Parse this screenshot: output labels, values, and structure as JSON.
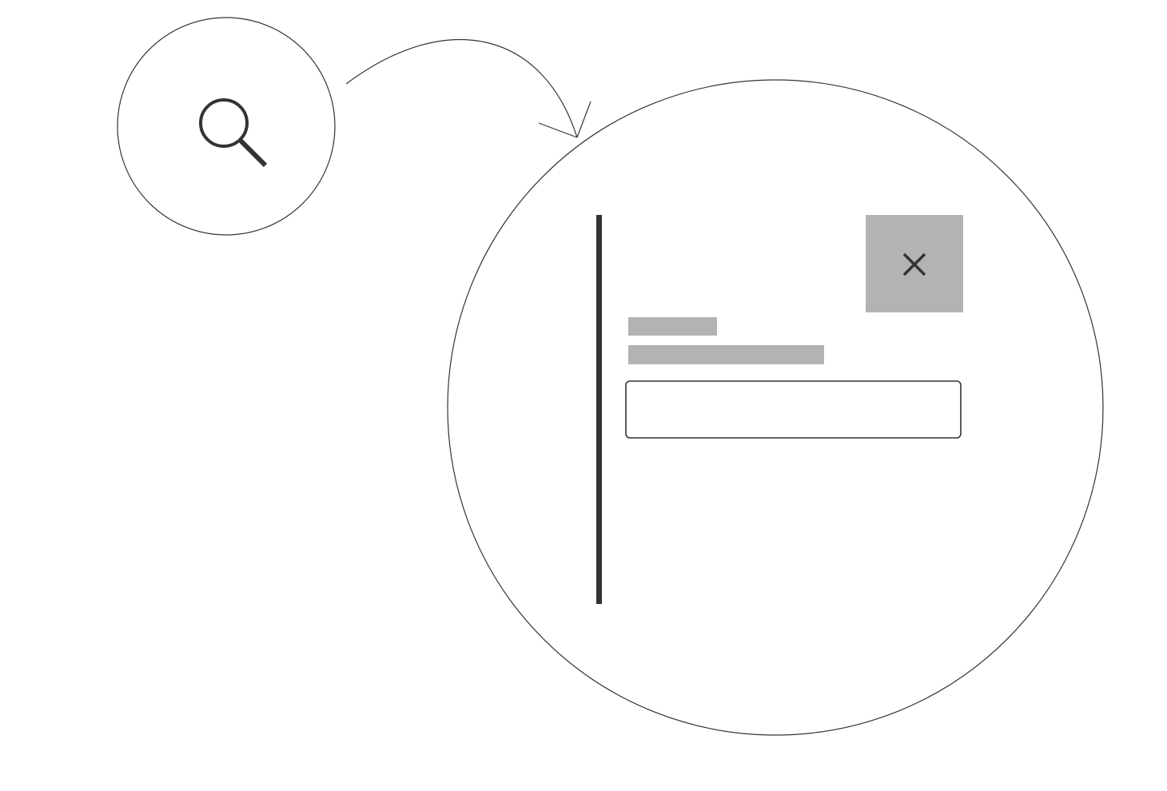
{
  "diagram": {
    "type": "zoom-callout-wireframe",
    "colors": {
      "background": "#ffffff",
      "stroke": "#333333",
      "placeholder": "#b3b3b3"
    },
    "trigger": {
      "icon": "search-icon"
    },
    "connector": {
      "style": "curved-arrow"
    },
    "zoomed_panel": {
      "close_icon": "close-icon",
      "text_placeholders": [
        {
          "name": "label-placeholder-short"
        },
        {
          "name": "label-placeholder-long"
        }
      ],
      "input": {
        "value": "",
        "placeholder": ""
      }
    }
  }
}
